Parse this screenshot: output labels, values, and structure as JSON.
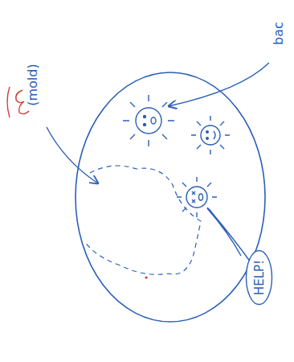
{
  "diagram": {
    "nodes": [
      {
        "text": [
          "HELP!"
        ]
      }
    ],
    "labels": [
      "bac",
      "(mold)"
    ]
  }
}
